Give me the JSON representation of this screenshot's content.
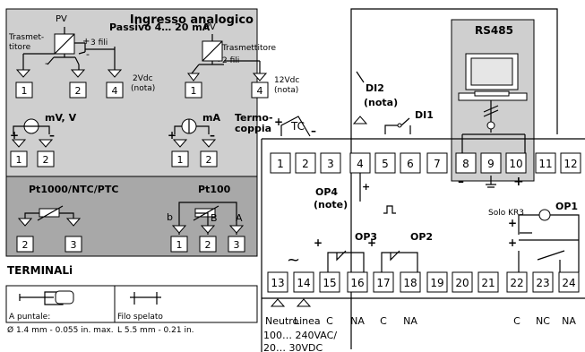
{
  "analog_input": {
    "title": "Ingresso analogico",
    "passive": "Passivo 4… 20 mA",
    "pv": "PV",
    "transmitter_left": [
      "Trasmet-",
      "titore"
    ],
    "three_wire": "3 fili",
    "supply_left": "2Vdc",
    "nota": "(nota)",
    "transmitter_right": "Trasmettitore",
    "two_wire": "2 fili",
    "supply_right": "12Vdc",
    "mv_v": "mV, V",
    "ma": "mA",
    "thermocouple": [
      "Termo-",
      "coppia"
    ],
    "tc": "TC"
  },
  "rtd": {
    "left_title": "Pt1000/NTC/PTC",
    "right_title": "Pt100",
    "wire_labels": [
      "b",
      "B",
      "A"
    ]
  },
  "terminals_legend": {
    "title": "TERMINALi",
    "ferrule": "A puntale:",
    "ferrule_spec": "Ø 1.4 mm - 0.055 in. max.",
    "stripped": "Filo spelato",
    "stripped_spec": "L 5.5 mm - 0.21 in."
  },
  "inputs": {
    "di2": "DI2",
    "di2_note": "(nota)",
    "di1": "DI1",
    "rs485": "RS485",
    "op4": "OP4",
    "op4_note": "(note)"
  },
  "outputs": {
    "op1": "OP1",
    "op2": "OP2",
    "op3": "OP3",
    "solo_kr3": "Solo KR3"
  },
  "power": {
    "neutro": "Neutro",
    "linea": "Linea",
    "range1": "100… 240VAC/",
    "range2": "20… 30VDC",
    "ac": "~"
  },
  "terminals": [
    "1",
    "2",
    "3",
    "4",
    "5",
    "6",
    "7",
    "8",
    "9",
    "10",
    "11",
    "12",
    "13",
    "14",
    "15",
    "16",
    "17",
    "18",
    "19",
    "20",
    "21",
    "22",
    "23",
    "24"
  ],
  "bottom_labels": [
    "C",
    "NA",
    "C",
    "NA",
    "C",
    "NC",
    "NA"
  ],
  "symbols": {
    "minus": "–",
    "plus": "+"
  }
}
